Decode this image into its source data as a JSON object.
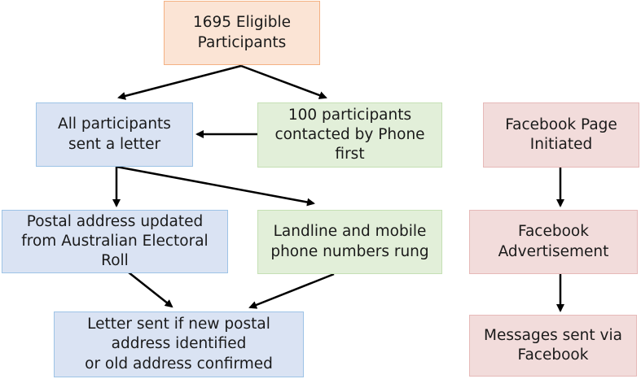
{
  "nodes": {
    "eligible": "1695 Eligible\nParticipants",
    "letter": "All participants\nsent a letter",
    "phone_first": "100 participants\ncontacted by Phone\nfirst",
    "postal": "Postal address updated\nfrom Australian Electoral\nRoll",
    "landline": "Landline and mobile\nphone numbers rung",
    "letter_sent": "Letter sent if new postal\naddress identified\nor old address confirmed",
    "fb_page": "Facebook Page\nInitiated",
    "fb_ad": "Facebook\nAdvertisement",
    "fb_messages": "Messages sent via\nFacebook"
  },
  "colors": {
    "orange_fill": "#fbe4d5",
    "blue_fill": "#dae3f3",
    "green_fill": "#e2efd9",
    "pink_fill": "#f2dcdb"
  }
}
